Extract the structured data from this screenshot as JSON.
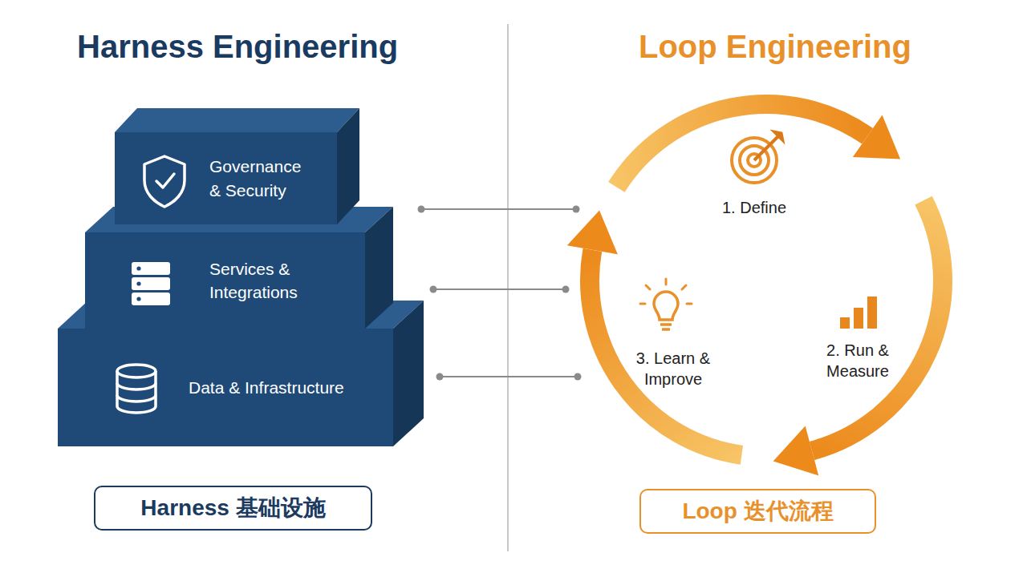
{
  "diagram": {
    "nodes": [
      {
        "text": [
          "Governance & Security"
        ]
      },
      {
        "text": [
          "Services & Integrations"
        ]
      },
      {
        "text": [
          "Data & Infrastructure"
        ]
      },
      {
        "text": [
          "Harness 基础设施"
        ]
      },
      {
        "text": [
          "Loop 迭代流程"
        ]
      }
    ],
    "labels": [
      "Harness Engineering",
      "Loop Engineering",
      "1. Define",
      "2. Run & Measure",
      "3. Learn & Improve"
    ]
  }
}
